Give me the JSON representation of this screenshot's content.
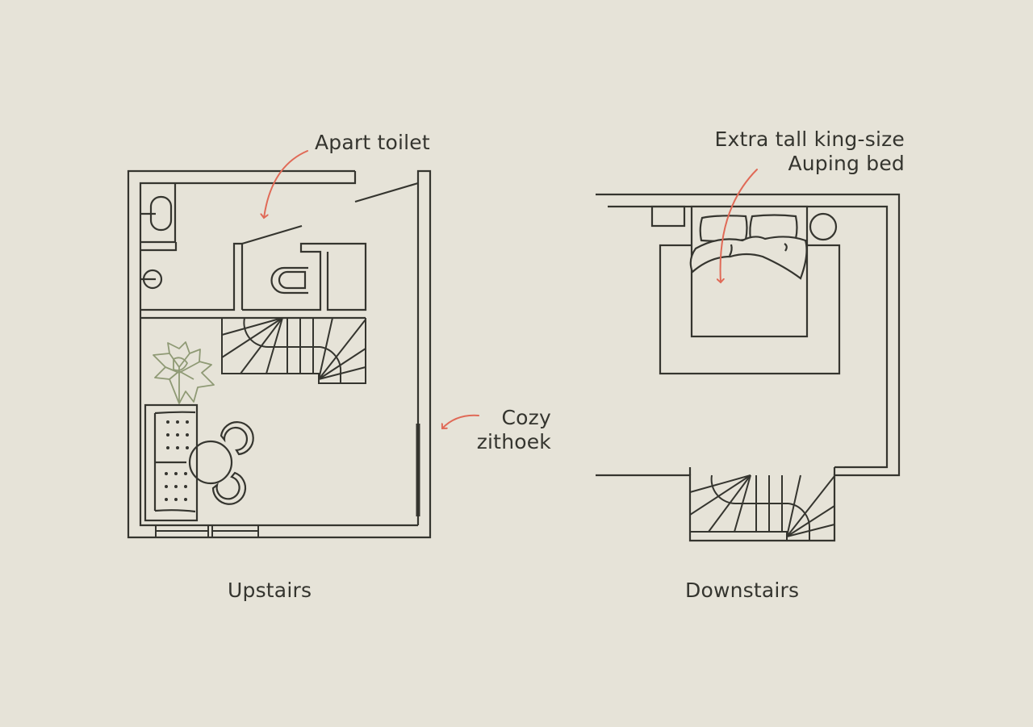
{
  "colors": {
    "background": "#e6e3d8",
    "line": "#35352f",
    "arrow": "#e06a57",
    "plant": "#8f9a75"
  },
  "upstairs": {
    "caption": "Upstairs",
    "annotations": [
      {
        "id": "toilet",
        "text": "Apart toilet"
      },
      {
        "id": "seating",
        "line1": "Cozy",
        "line2": "zithoek"
      }
    ],
    "elements": [
      "sink-icon",
      "shower-drain-icon",
      "toilet-icon",
      "staircase",
      "plant-icon",
      "bench-sofa",
      "round-table",
      "chair-icon",
      "window",
      "door"
    ]
  },
  "downstairs": {
    "caption": "Downstairs",
    "annotations": [
      {
        "id": "bed",
        "line1": "Extra tall king-size",
        "line2": "Auping bed"
      }
    ],
    "elements": [
      "nightstand-square",
      "nightstand-round",
      "bed-icon",
      "pillow-icon",
      "rug",
      "staircase"
    ]
  }
}
